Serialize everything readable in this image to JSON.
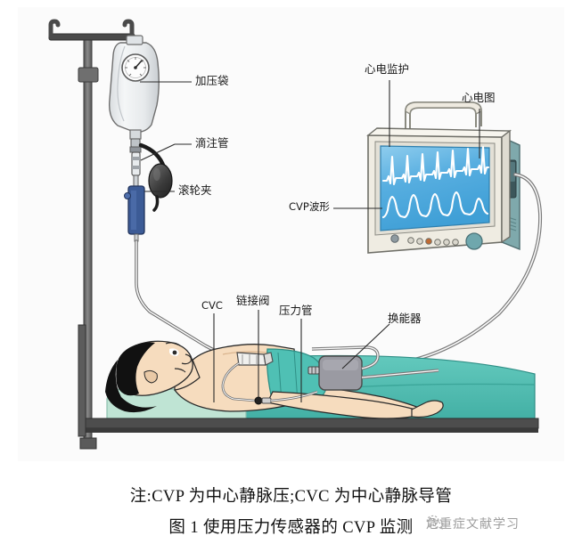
{
  "figure": {
    "labels": {
      "pressure_bag": "加压袋",
      "drip_tube": "滴注管",
      "roller_clamp": "滚轮夹",
      "ecg_monitoring": "心电监护",
      "ecg_trace": "心电图",
      "cvp_waveform": "CVP波形",
      "cvc": "CVC",
      "connector_valve": "链接阀",
      "pressure_tubing": "压力管",
      "transducer": "换能器"
    },
    "colors": {
      "screen_blue": "#4aa6dd",
      "screen_blue_light": "#7fc6ea",
      "waveform": "#ffffff",
      "monitor_case": "#eeeae0",
      "monitor_side": "#7fa9ac",
      "blanket_teal": "#56bfb4",
      "pillow_green": "#bfe4d4",
      "bed_frame": "#4d4d4d",
      "skin": "#f3d5b5",
      "hair_black": "#111111",
      "roller_clamp_blue": "#3c5b96",
      "transducer_gray": "#9a9aa2",
      "pole_gray": "#6b6b6b",
      "bag_gray": "#e9ecef",
      "label_text": "#1a1a1a"
    }
  },
  "caption": {
    "note": "注:CVP 为中心静脉压;CVC 为中心静脉导管",
    "title": "图 1   使用压力传感器的 CVP 监测"
  },
  "watermark": {
    "text": "危重症文献学习",
    "icon": "wechat-icon"
  }
}
